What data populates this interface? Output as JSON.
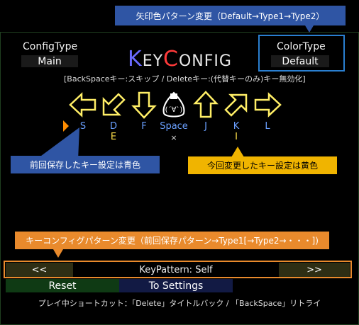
{
  "callouts": {
    "arrow_pattern": "矢印色パターン変更（Default→Type1→Type2）",
    "saved_blue": "前回保存したキー設定は青色",
    "changed_yellow": "今回変更したキー設定は黄色",
    "key_pattern": "キーコンフィグパターン変更（前回保存パターン→Type1[→Type2→・・・])"
  },
  "config_type": {
    "label": "ConfigType",
    "value": "Main"
  },
  "color_type": {
    "label": "ColorType",
    "value": "Default"
  },
  "title": {
    "k": "K",
    "ey": "EY",
    "c": "C",
    "onfig": "ONFIG"
  },
  "hint": "[BackSpaceキー:スキップ / Deleteキー:(代替キーのみ)キー無効化]",
  "keys": [
    {
      "arrow": "left-arrow",
      "key": "S",
      "alt": "",
      "color": "#6aa0ff"
    },
    {
      "arrow": "down-left-arrow",
      "key": "D",
      "alt": "E",
      "color": "#ffe04a"
    },
    {
      "arrow": "down-arrow",
      "key": "F",
      "alt": "",
      "color": "#6aa0ff"
    },
    {
      "arrow": "onigiri",
      "key": "Space",
      "alt": "×",
      "color": "#6aa0ff"
    },
    {
      "arrow": "up-arrow",
      "key": "J",
      "alt": "",
      "color": "#6aa0ff"
    },
    {
      "arrow": "up-right-arrow",
      "key": "K",
      "alt": "I",
      "color": "#ffe04a"
    },
    {
      "arrow": "right-arrow",
      "key": "L",
      "alt": "",
      "color": "#6aa0ff"
    }
  ],
  "pattern": {
    "prev": "<<",
    "label": "KeyPattern: Self",
    "next": ">>"
  },
  "buttons": {
    "reset": "Reset",
    "settings": "To Settings"
  },
  "footer": "プレイ中ショートカット：「Delete」タイトルバック / 「BackSpace」リトライ"
}
